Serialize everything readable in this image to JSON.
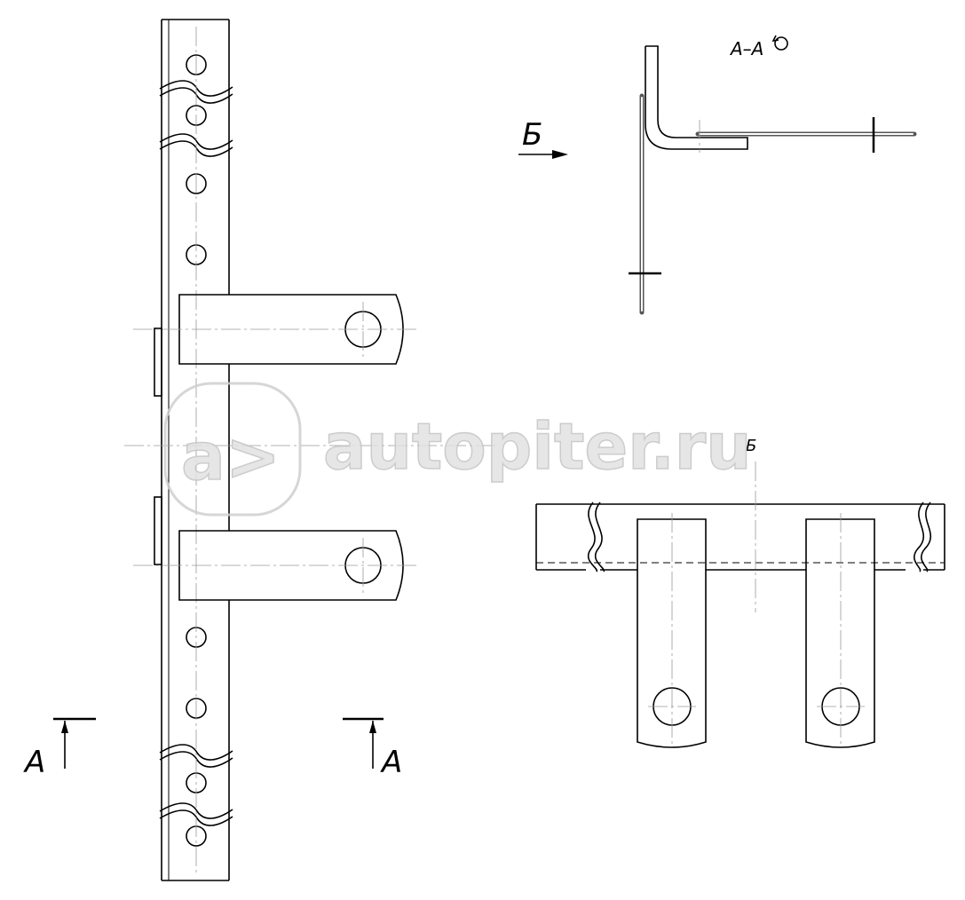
{
  "labels": {
    "section_title": "А–А",
    "section_marker_left": "А",
    "section_marker_right": "А",
    "view_arrow": "Б",
    "view_arrow_small": "Б"
  },
  "watermark": {
    "text": "autopiter.ru",
    "logo": "a>"
  },
  "colors": {
    "line": "#000000",
    "centerline": "#9a9a9a",
    "section": "#555555",
    "watermark": "#d9d9d9"
  }
}
